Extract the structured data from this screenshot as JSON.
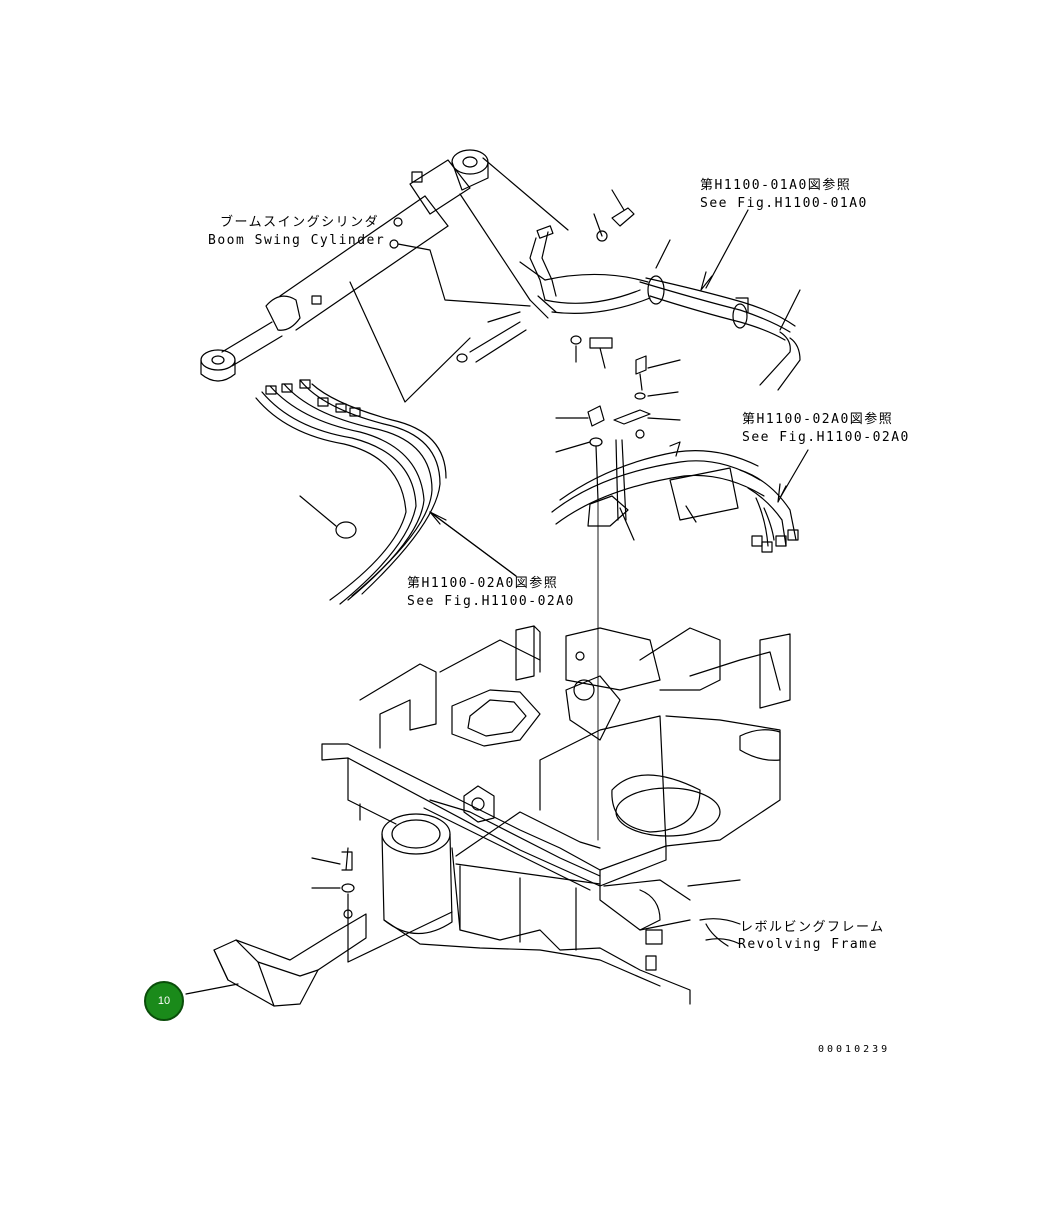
{
  "labels": {
    "boom_swing_cylinder_jp": "ブームスイングシリンダ",
    "boom_swing_cylinder_en": "Boom Swing Cylinder",
    "ref1_jp": "第H1100-01A0図参照",
    "ref1_en": "See Fig.H1100-01A0",
    "ref2_jp": "第H1100-02A0図参照",
    "ref2_en": "See Fig.H1100-02A0",
    "ref3_jp": "第H1100-02A0図参照",
    "ref3_en": "See Fig.H1100-02A0",
    "revolving_frame_jp": "レボルビングフレーム",
    "revolving_frame_en": "Revolving Frame"
  },
  "callout": {
    "number": "10",
    "color": "#1a8a1a"
  },
  "figure_number": "00010239"
}
